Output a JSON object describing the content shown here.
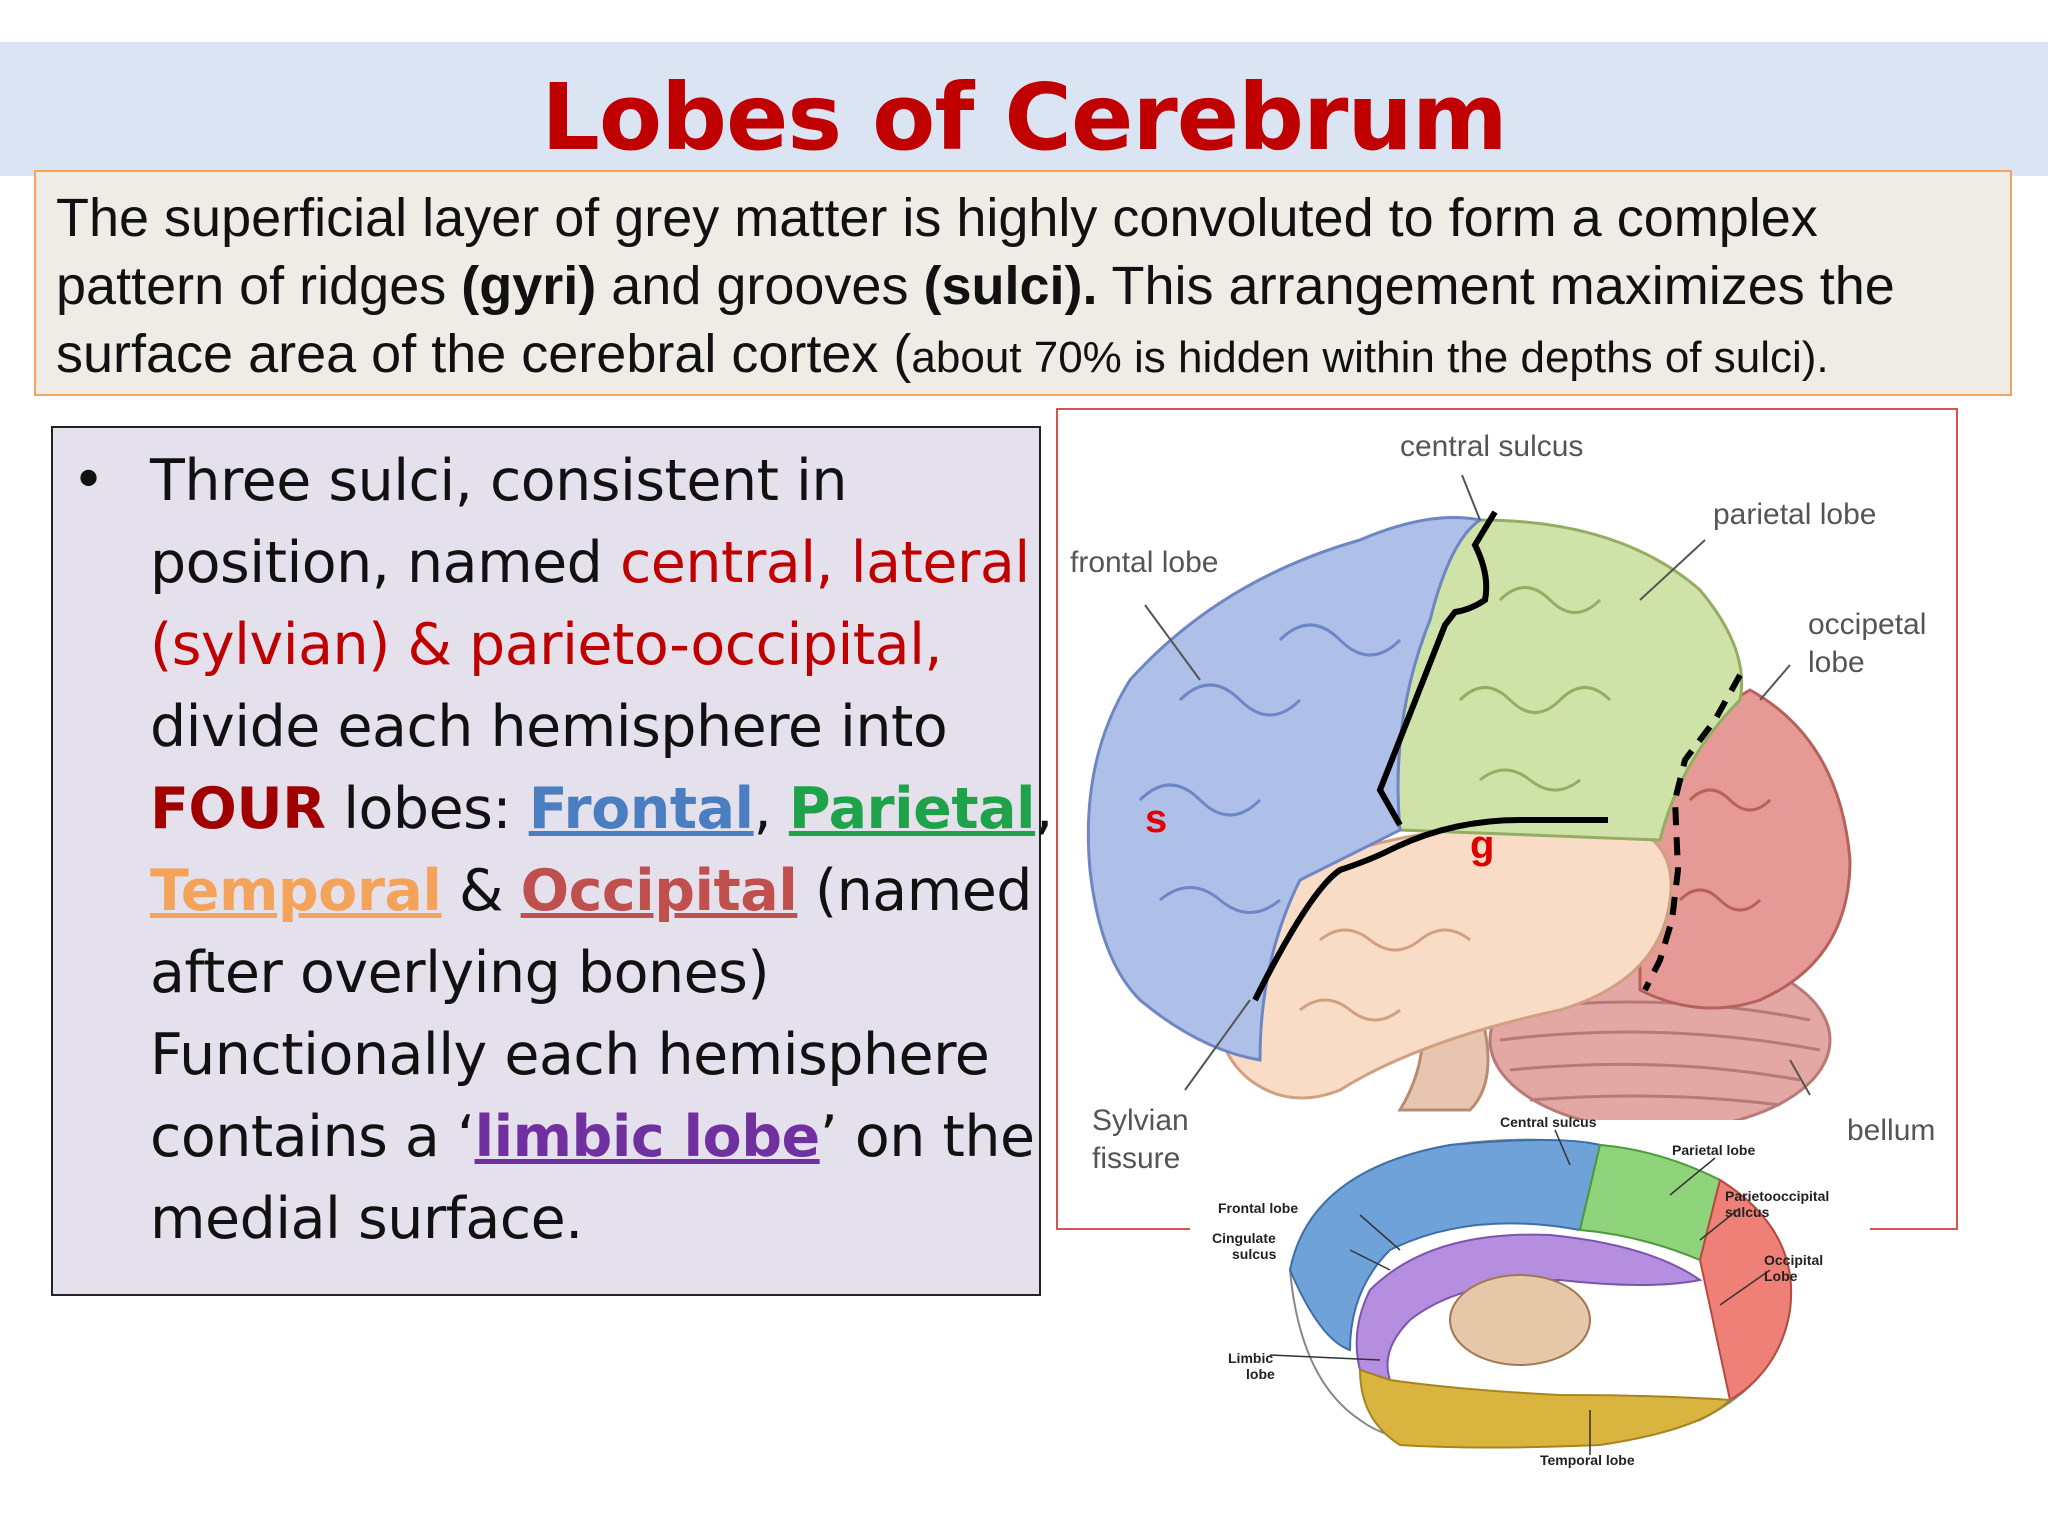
{
  "slide": {
    "title": "Lobes of Cerebrum"
  },
  "intro": {
    "line1": "The superficial layer of grey matter is highly convoluted to form a complex",
    "line2_a": "pattern of ridges ",
    "line2_b": "(gyri)",
    "line2_c": " and grooves ",
    "line2_d": "(sulci).",
    "line2_e": " This arrangement maximizes the",
    "line3_a": "surface area of the cerebral cortex (",
    "line3_b": "about 70% is hidden within the depths of sulci)."
  },
  "bullet": {
    "symbol": "•",
    "l1": "Three sulci, consistent in",
    "l2_a": "position, named ",
    "l2_b": "central, lateral",
    "l3": "(sylvian) & parieto-occipital,",
    "l4": "divide each hemisphere into",
    "l5_a": "FOUR",
    "l5_b": " lobes: ",
    "l5_frontal": "Frontal",
    "l5_c": ", ",
    "l5_parietal": "Parietal",
    "l5_d": ",",
    "l6_temporal": "Temporal",
    "l6_a": " & ",
    "l6_occipital": "Occipital",
    "l6_b": " (named",
    "l7": "after overlying bones)",
    "l8": "Functionally each hemisphere",
    "l9_a": "contains a ‘",
    "l9_limbic": "limbic lobe",
    "l9_b": "’ on the",
    "l10": "medial surface."
  },
  "lateral_figure": {
    "central_sulcus": "central sulcus",
    "frontal_lobe": "frontal lobe",
    "parietal_lobe": "parietal lobe",
    "occipetal_1": "occipetal",
    "occipetal_2": "lobe",
    "sylvian_1": "Sylvian",
    "sylvian_2": "fissure",
    "bellum": "bellum",
    "marker_s": "s",
    "marker_g": "g"
  },
  "medial_figure": {
    "central_sulcus": "Central sulcus",
    "parietal_lobe": "Parietal lobe",
    "frontal_lobe": "Frontal lobe",
    "cingulate_1": "Cingulate",
    "cingulate_2": "sulcus",
    "parietooccipital_1": "Parietooccipital",
    "parietooccipital_2": "sulcus",
    "occipital_1": "Occipital",
    "occipital_2": "Lobe",
    "limbic_1": "Limbic",
    "limbic_2": "lobe",
    "temporal_lobe": "Temporal lobe"
  },
  "colors": {
    "title": "#c00000",
    "frontal": "#4a7ec0",
    "parietal": "#1fa34a",
    "temporal": "#f3a45a",
    "occipital": "#c0504d",
    "limbic": "#7030a0"
  }
}
